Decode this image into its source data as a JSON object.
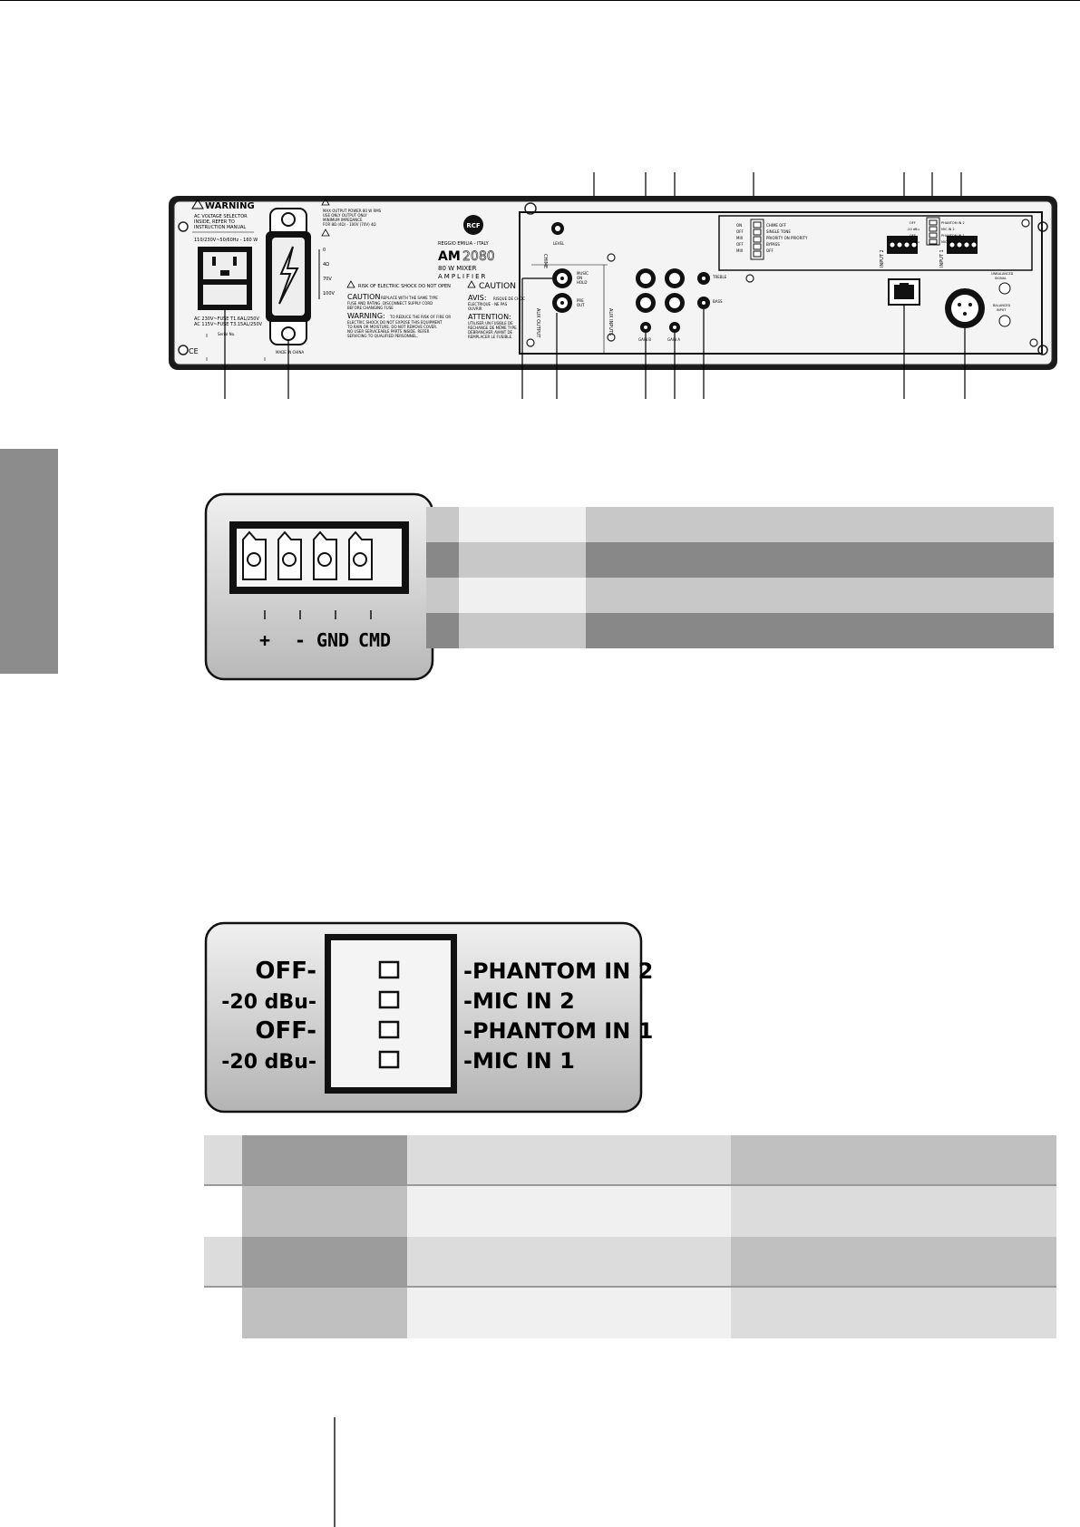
{
  "panel": {
    "warning_title": "WARNING",
    "warning_lines": [
      "AC VOLTAGE SELECTOR",
      "INSIDE, REFER TO",
      "INSTRUCTION MANUAL"
    ],
    "voltage_rating": "110/230V~50/60Hz - 160 W",
    "fuse_ratings": [
      "AC 230V~FUSE T1.6AL/250V",
      "AC 115V~FUSE T3.15AL/250V"
    ],
    "serial_label": "Serial No.",
    "made_in": "MADE IN CHINA",
    "output_notes": [
      "MAX OUTPUT POWER 80 W RMS",
      "USE ONLY OUTPUT ONLY",
      "MINIMUM IMPEDANCE",
      "FOR 8Ω (4Ω) - 100V (70V) 4Ω"
    ],
    "output_taps": [
      "0",
      "4Ω",
      "70V",
      "100V"
    ],
    "brand": "RCF",
    "origin": "REGGIO EMILIA - ITALY",
    "model_prefix": "AM",
    "model_number": "2080",
    "power_text": "80 W MIXER",
    "type_text": "AMPLIFIER",
    "shock_risk": "RISK OF ELECTRIC SHOCK DO NOT OPEN",
    "caution_title": "CAUTION",
    "caution_text": [
      "REPLACE WITH THE SAME TYPE",
      "FUSE AND RATING. DISCONNECT SUPPLY CORD",
      "BEFORE CHANGING FUSE"
    ],
    "warning2_title": "WARNING:",
    "warning2_text": [
      "TO REDUCE THE RISK OF FIRE OR",
      "ELECTRIC SHOCK DO NOT EXPOSE THIS EQUIPMENT",
      "TO RAIN OR MOISTURE. DO NOT REMOVE COVER.",
      "NO USER SERVICEABLE PARTS INSIDE. REFER",
      "SERVICING TO QUALIFIED PERSONNEL."
    ],
    "caution_fr_title": "CAUTION",
    "avis_title": "AVIS:",
    "avis_text": [
      "RISQUE DE CHOC",
      "ÉLECTRIQUE - NE PAS",
      "OUVRIR"
    ],
    "attention_title": "ATTENTION:",
    "attention_text": [
      "UTILISER UN FUSIBLE DE",
      "RECHANGE DE MÊME TYPE.",
      "DÉBRANCHER AVANT DE",
      "REMPLACER LE FUSIBLE."
    ],
    "chime_label": "CHIME",
    "level_label": "LEVEL",
    "aux_output_label": "AUX OUTPUT",
    "music_on_hold": [
      "MUSIC",
      "ON",
      "HOLD"
    ],
    "pre_out": [
      "PRE",
      "OUT"
    ],
    "aux_inputs_label": "AUX INPUTS",
    "gain_b": "GAIN B",
    "gain_a": "GAIN A",
    "treble": "TREBLE",
    "bass": "BASS",
    "dip_left_labels": [
      "ON",
      "OFF",
      "MIX",
      "OFF",
      "MIX"
    ],
    "dip_right_labels": [
      "CHIME OFF",
      "SINGLE TONE",
      "PRIORITY ON PRIORITY",
      "BYPASS",
      "OFF"
    ],
    "input2_label": "INPUT 2",
    "input1_label": "INPUT 1",
    "mini_dip_left": [
      "OFF",
      "-20 dBu",
      "OFF",
      "-20 dBu"
    ],
    "mini_dip_right": [
      "PHANTOM IN 2",
      "MIC IN 2",
      "PHANTOM IN 1",
      "MIC IN 1"
    ],
    "tb_mini": "+ - GND CMD",
    "balanced_out": [
      "UNBALANCED",
      "SIGNAL"
    ],
    "balanced_in": [
      "BALANCED",
      "INPUT"
    ]
  },
  "terminal_block": {
    "pins": [
      "+",
      "-",
      "GND",
      "CMD"
    ]
  },
  "dip_switch": {
    "left_labels": [
      "OFF-",
      "-20 dBu-",
      "OFF-",
      "-20 dBu-"
    ],
    "right_labels": [
      "-PHANTOM IN 2",
      "-MIC IN 2",
      "-PHANTOM IN 1",
      "-MIC IN 1"
    ]
  },
  "colors": {
    "accent_gray": "#8c8c8c",
    "light_row": "#e8e8e8",
    "mid_row": "#c8c8c8",
    "dark_row": "#888888",
    "panel_bg": "#f2f2f2"
  }
}
